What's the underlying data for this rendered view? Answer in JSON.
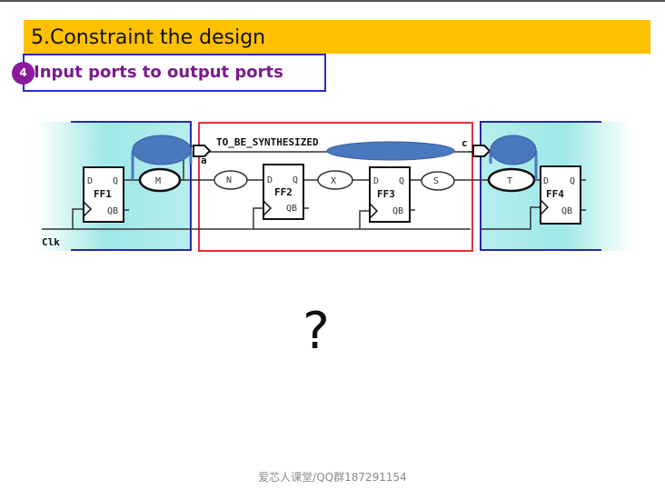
{
  "slide": {
    "title": "5.Constraint the design",
    "step_number": "4",
    "subtitle": "Input ports to output ports",
    "question_mark": "?",
    "footer": "爱芯人课堂/QQ群187291154"
  },
  "diagram": {
    "module_label": "TO_BE_SYNTHESIZED",
    "clock_label": "Clk",
    "input_port_label": "a",
    "output_port_label": "c",
    "pin_d": "D",
    "pin_q": "Q",
    "pin_qb": "QB",
    "flip_flops": [
      "FF1",
      "FF2",
      "FF3",
      "FF4"
    ],
    "logic_clouds": [
      "M",
      "N",
      "X",
      "S",
      "T"
    ],
    "colors": {
      "title_bar": "#ffc000",
      "subtitle_border": "#2b2bd4",
      "subtitle_text": "#7a1a8c",
      "module_border": "#e0303a",
      "external_border": "#2828a8",
      "external_fill": "#9ee8e8",
      "highlight_ellipse": "#4a78bf"
    }
  }
}
